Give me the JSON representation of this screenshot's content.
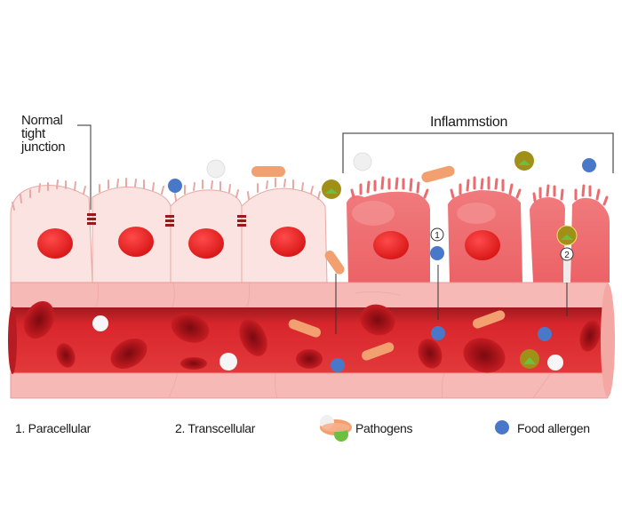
{
  "labels": {
    "normal_junction": [
      "Normal",
      "tight",
      "junction"
    ],
    "inflammation": "Inflammstion",
    "pathway_1_marker": "1",
    "pathway_2_marker": "2"
  },
  "legend": [
    {
      "key": "1.",
      "label": "1. Paracellular"
    },
    {
      "key": "2.",
      "label": "2. Transcellular"
    },
    {
      "icon": "pathogens-icon",
      "label": "Pathogens"
    },
    {
      "icon": "food-allergen-icon",
      "label": "Food allergen"
    }
  ],
  "colors": {
    "healthy_cell": "#fbe3e1",
    "healthy_cell_outline": "#e8a8a4",
    "inflamed_cell": "#ee6a6c",
    "nucleus": "#e01e1e",
    "vessel_wall": "#f7b9b6",
    "blood": "#d9252b",
    "rbc": "#a51218",
    "food_allergen": "#4a78c8",
    "pathogen_rod": "#f2a070",
    "pathogen_olive": "#a09018",
    "pathogen_green": "#6cc040",
    "white_particle": "#f2f2f2",
    "junction": "#9a1a1a"
  }
}
